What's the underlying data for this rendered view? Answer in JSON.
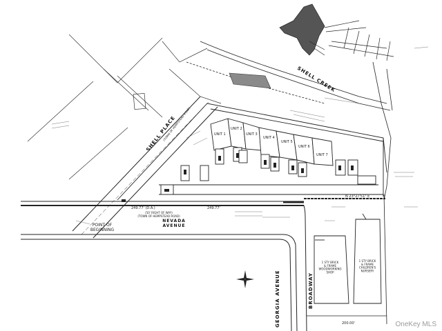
{
  "site": {
    "units": [
      "UNIT 1",
      "UNIT 2",
      "UNIT 3",
      "UNIT 4",
      "UNIT 5",
      "UNIT 6",
      "UNIT 7"
    ]
  },
  "roads": {
    "shell_place": "SHELL PLACE",
    "shell_creek": "SHELL CREEK",
    "nevada_avenue": "NEVADA\nAVENUE",
    "georgia_avenue": "GEORGIA AVENUE",
    "broadway": "BROADWAY"
  },
  "labels": {
    "point_of_beginning": "POINT OF\nBEGINNING",
    "dim_west": "249.77' (D.A.)",
    "dim_east": "249.77'",
    "bearing_south": "N 23°27'51\" E",
    "dim_south": "200.00'",
    "broadway_bldg": "1 STY BRICK\n& FRAME\nWOODWORKING\nSHOP",
    "nursery": "1 STY BRICK\n& FRAME\nCHILDREN'S\nNURSERY",
    "nevada_note": "(50' RIGHT OF WAY)\n(TOWN OF HEMPSTEAD ROAD)",
    "shell_place_note": "(TOWN OF HEMPSTEAD ROAD)"
  },
  "watermark": "OneKey MLS"
}
